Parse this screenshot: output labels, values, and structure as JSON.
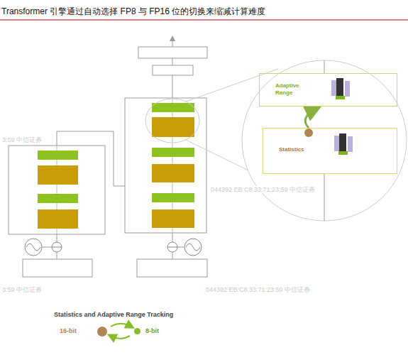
{
  "diagram": {
    "title": "Transformer 引擎通过自动选择 FP8 与 FP16 位的切换来缩减计算难度",
    "nodes": [
      {
        "text": [
          "Adaptive Range"
        ]
      },
      {
        "text": [
          "Statistics"
        ]
      }
    ],
    "edges": [
      {
        "from": 1,
        "to": 0,
        "arrow": "to"
      }
    ],
    "labels": [
      "3:59 中信证券",
      "044392 EB:C8:33:71:23:59 中信证券",
      "3:59 中信证券",
      "044392 EB:C8:33:71:23:59 中信证券",
      "Statistics and Adaptive Range Tracking"
    ],
    "legend": [
      {
        "text": "16-bit",
        "color": "#b08655"
      },
      {
        "text": "8-bit",
        "color": "#86bc25"
      }
    ]
  }
}
